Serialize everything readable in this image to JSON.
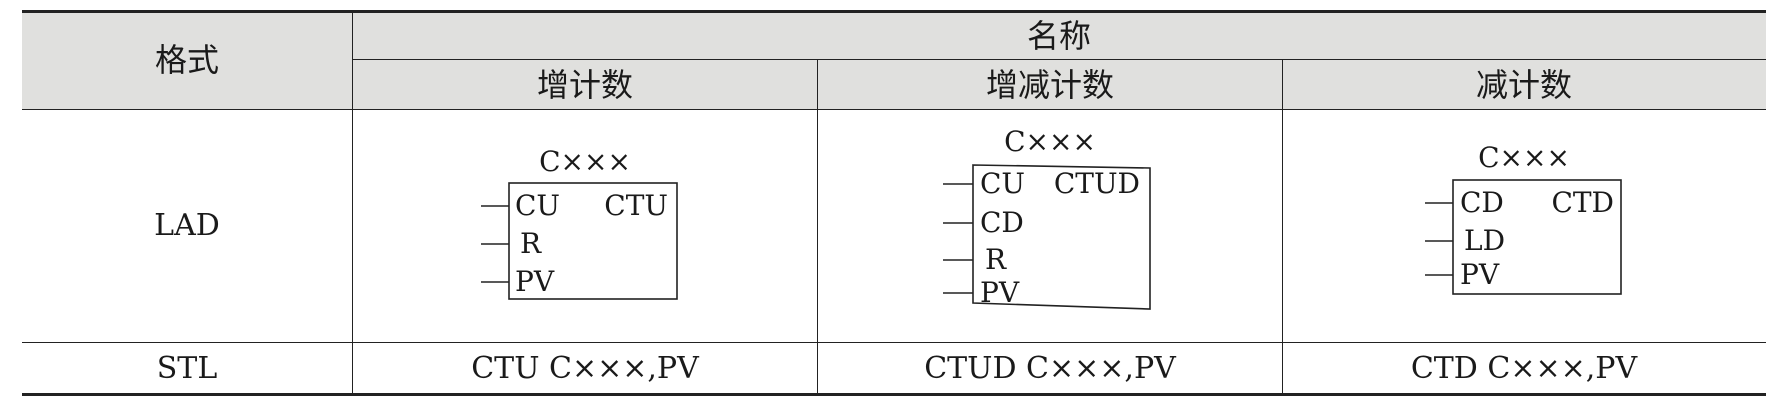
{
  "table": {
    "header": {
      "format": "格式",
      "name": "名称",
      "col_up": "增计数",
      "col_updown": "增减计数",
      "col_down": "减计数"
    },
    "rows": {
      "lad_label": "LAD",
      "stl_label": "STL"
    },
    "lad": {
      "ctu": {
        "counter": "C×××",
        "type": "CTU",
        "inputs": [
          "CU",
          "R",
          "PV"
        ]
      },
      "ctud": {
        "counter": "C×××",
        "type": "CTUD",
        "inputs": [
          "CU",
          "CD",
          "R",
          "PV"
        ]
      },
      "ctd": {
        "counter": "C×××",
        "type": "CTD",
        "inputs": [
          "CD",
          "LD",
          "PV"
        ]
      }
    },
    "stl": {
      "ctu": "CTU C×××,PV",
      "ctud": "CTUD C×××,PV",
      "ctd": "CTD C×××,PV"
    }
  }
}
